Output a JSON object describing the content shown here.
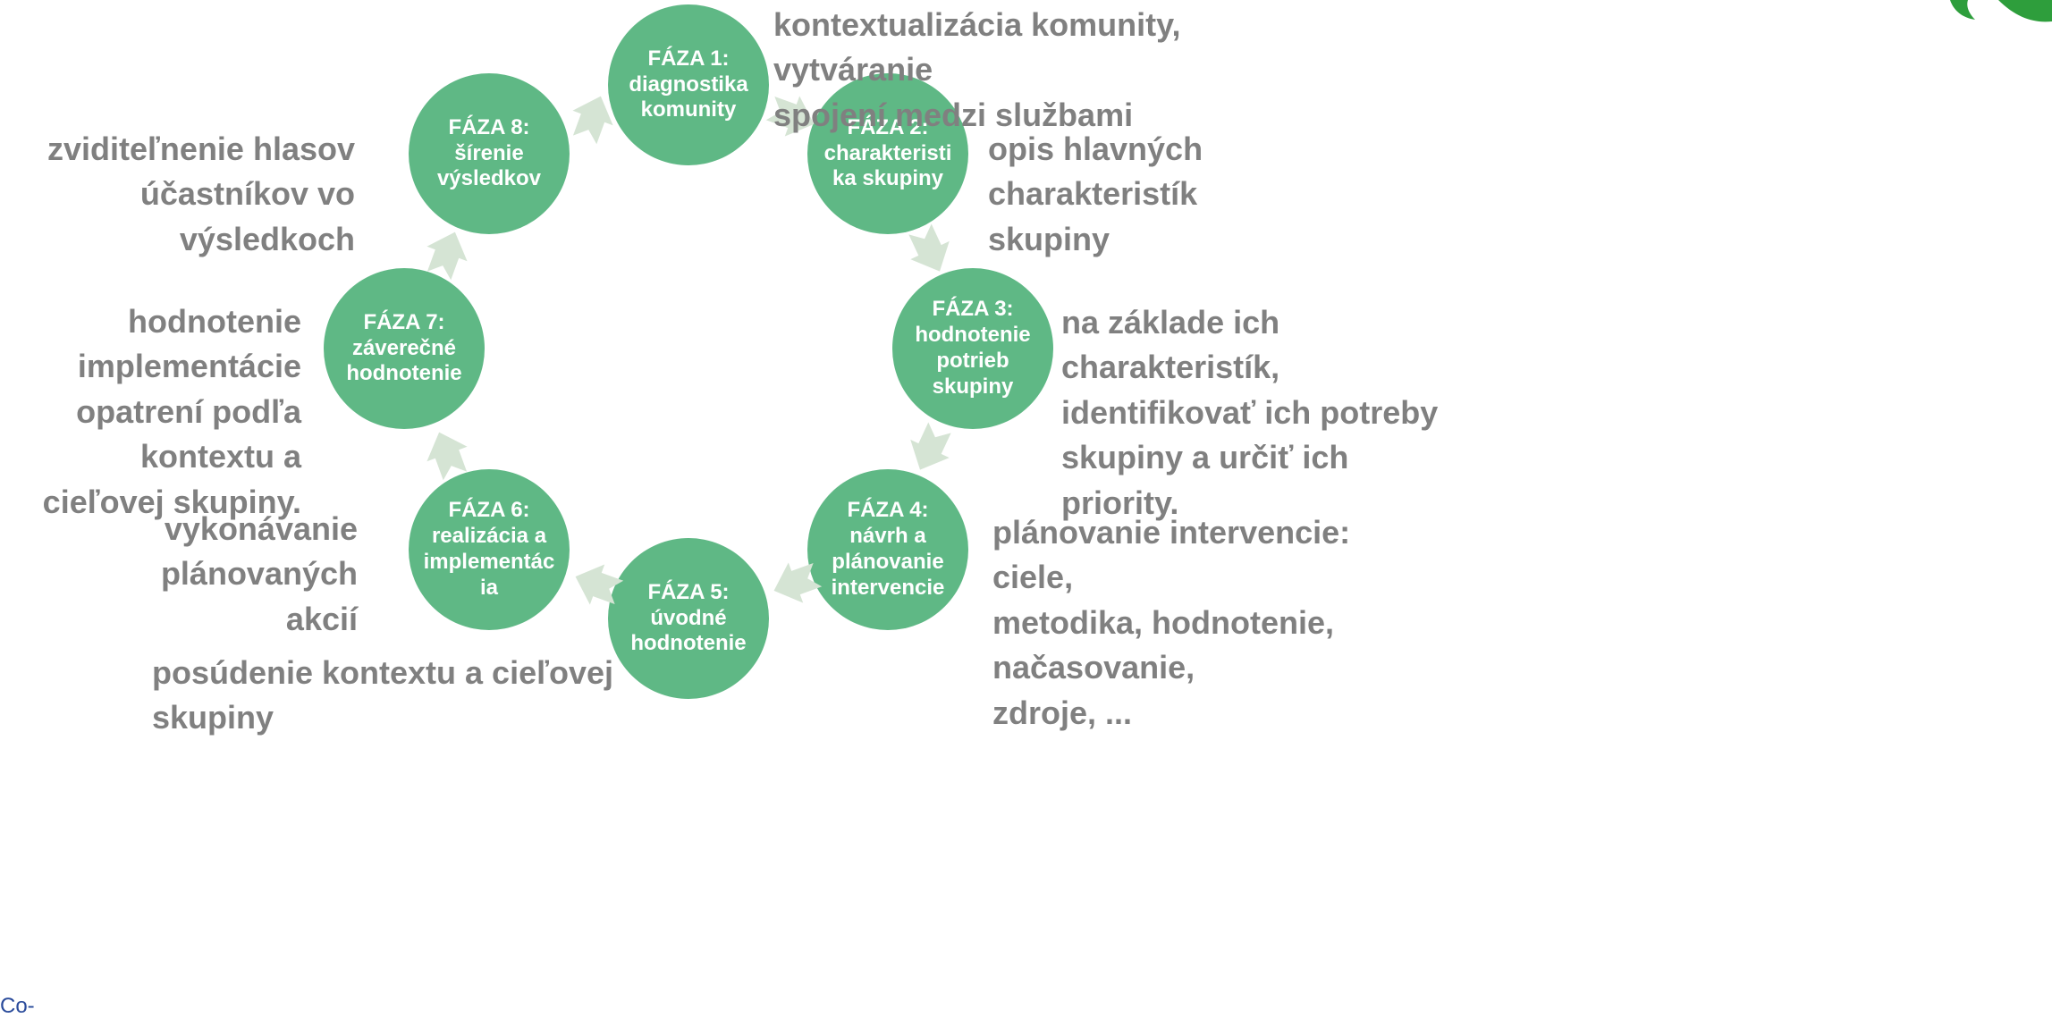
{
  "phases": [
    {
      "id": 1,
      "title": "FÁZA 1:",
      "name": "diagnostika\nkomunity",
      "description": "kontextualizácia komunity, vytváranie\nspojení medzi službami"
    },
    {
      "id": 2,
      "title": "FÁZA 2:",
      "name": "charakteristi\nka skupiny",
      "description": "opis hlavných charakteristík\nskupiny"
    },
    {
      "id": 3,
      "title": "FÁZA 3:",
      "name": "hodnotenie\npotrieb\nskupiny",
      "description": "na základe ich charakteristík,\nidentifikovať ich potreby\nskupiny a určiť ich priority."
    },
    {
      "id": 4,
      "title": "FÁZA 4:",
      "name": "návrh a\nplánovanie\nintervencie",
      "description": "plánovanie intervencie: ciele,\nmetodika, hodnotenie, načasovanie,\nzdroje, ..."
    },
    {
      "id": 5,
      "title": "FÁZA 5:",
      "name": "úvodné\nhodnotenie",
      "description": "posúdenie kontextu a cieľovej skupiny"
    },
    {
      "id": 6,
      "title": "FÁZA 6:",
      "name": "realizácia a\nimplementác\nia",
      "description": "vykonávanie plánovaných\nakcií"
    },
    {
      "id": 7,
      "title": "FÁZA 7:",
      "name": "záverečné\nhodnotenie",
      "description": "hodnotenie implementácie\nopatrení podľa kontextu a\ncieľovej skupiny."
    },
    {
      "id": 8,
      "title": "FÁZA 8:",
      "name": "šírenie\nvýsledkov",
      "description": "zviditeľnenie hlasov\núčastníkov vo výsledkoch"
    }
  ],
  "footer_fragment": "Co-funded by",
  "colors": {
    "phase_circle": "#5fb885",
    "arrow": "#d5e4d4",
    "description_text": "#808080",
    "footer_text": "#2a4b9b",
    "logo_green": "#2e9e3c"
  },
  "icons": {
    "arrow": "chevron-arrow-icon",
    "logo": "leaf-logo-icon"
  }
}
